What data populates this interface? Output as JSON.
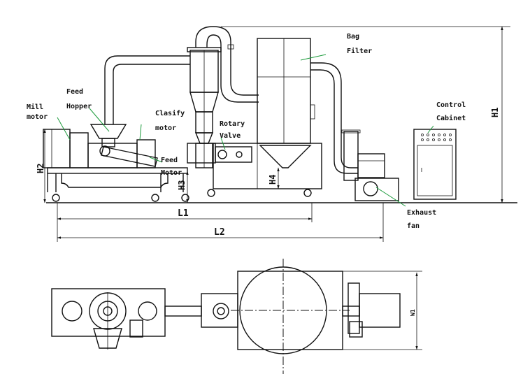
{
  "labels": {
    "mill_motor": [
      "Mill",
      "motor"
    ],
    "feed_hopper": [
      "Feed",
      "Hopper"
    ],
    "classify_motor": [
      "Clasify",
      "motor"
    ],
    "feed_motor": [
      "Feed",
      "Motor"
    ],
    "rotary_valve": [
      "Rotary",
      "Valve"
    ],
    "bag_filter": [
      "Bag",
      "Filter"
    ],
    "control_cabinet": [
      "Control",
      "Cabinet"
    ],
    "exhaust_fan": [
      "Exhaust",
      "fan"
    ]
  },
  "dimensions": {
    "h1": "H1",
    "h2": "H2",
    "h3": "H3",
    "h4": "H4",
    "l1": "L1",
    "l2": "L2",
    "w1": "W1"
  },
  "colors": {
    "line": "#111111",
    "leader": "#1a9a3a",
    "background": "#ffffff"
  }
}
